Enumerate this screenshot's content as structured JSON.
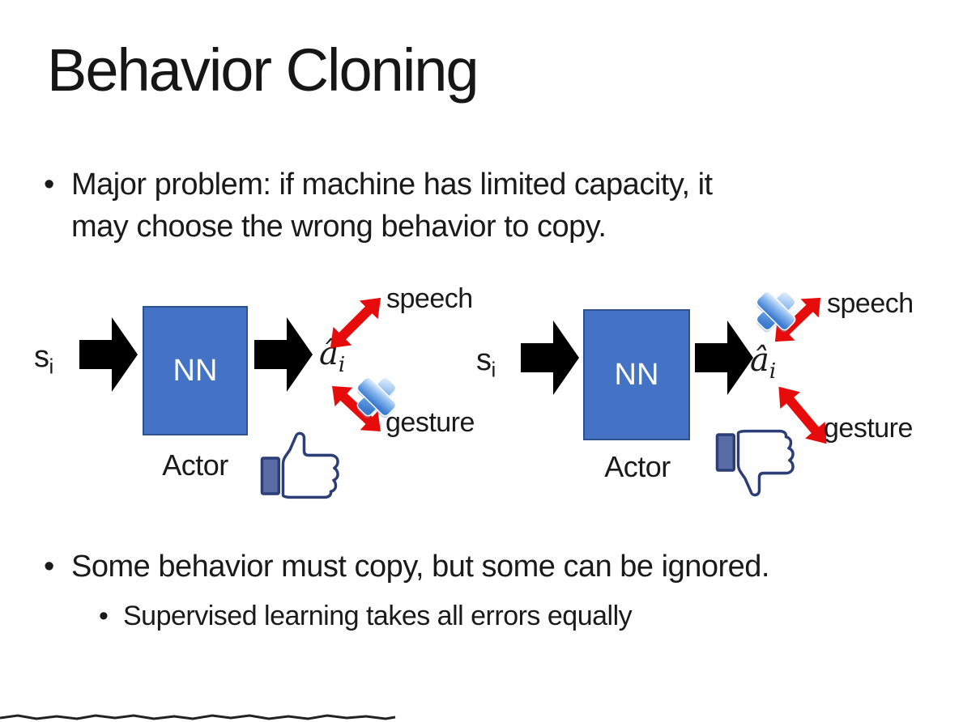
{
  "slide": {
    "title": "Behavior Cloning",
    "bullet_char": "•",
    "bullet1": {
      "line1": "Major problem: if machine has limited capacity, it",
      "line2": "may choose the wrong behavior to copy."
    },
    "bullet2": "Some behavior must copy, but some can be ignored.",
    "bullet2_sub": "Supervised learning takes all errors equally"
  },
  "diagram_left": {
    "input": "s",
    "input_sub": "i",
    "nn": "NN",
    "actor": "Actor",
    "output": "â",
    "output_sub": "i",
    "speech": "speech",
    "gesture": "gesture",
    "crossed_out": "gesture",
    "feedback_icon": "thumbs-up-icon"
  },
  "diagram_right": {
    "input": "s",
    "input_sub": "i",
    "nn": "NN",
    "actor": "Actor",
    "output": "â",
    "output_sub": "i",
    "speech": "speech",
    "gesture": "gesture",
    "crossed_out": "speech",
    "feedback_icon": "thumbs-down-icon"
  },
  "colors": {
    "nn_fill": "#4472C4",
    "nn_border": "#2F528F",
    "black_arrow": "#000000",
    "red_arrow": "#E60C0C",
    "cross_blue": "#3C7CD0",
    "thumb_outline": "#2D3E76",
    "thumb_cuff": "#5A6CA8",
    "text": "#1A1A1A"
  }
}
